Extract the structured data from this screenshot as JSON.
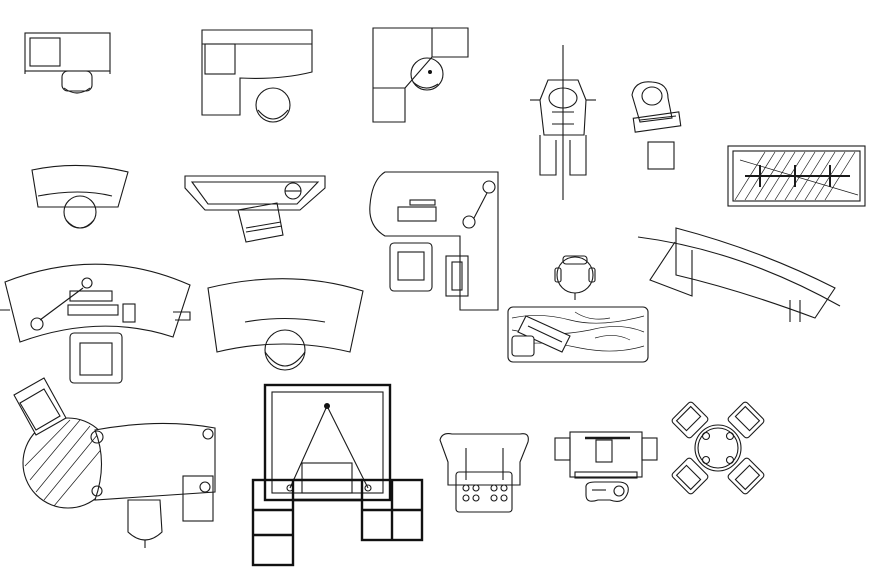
{
  "sheet": {
    "background": "#ffffff",
    "line_color": "#1a1a1a"
  },
  "symbols": [
    {
      "id": "small-desk-with-chair"
    },
    {
      "id": "l-desk-with-round-chair"
    },
    {
      "id": "corner-desk"
    },
    {
      "id": "reclining-chair-top-view"
    },
    {
      "id": "armchair-with-tray"
    },
    {
      "id": "hatched-table"
    },
    {
      "id": "curved-reception-desk"
    },
    {
      "id": "angled-desk-with-chair"
    },
    {
      "id": "l-shaped-workstation"
    },
    {
      "id": "arc-desk-with-armchair"
    },
    {
      "id": "fan-shaped-desk"
    },
    {
      "id": "swivel-chair"
    },
    {
      "id": "wood-grain-table"
    },
    {
      "id": "curved-long-counter"
    },
    {
      "id": "round-table-with-counter"
    },
    {
      "id": "u-shaped-bench-frame"
    },
    {
      "id": "cabinet-with-controls"
    },
    {
      "id": "console-desk"
    },
    {
      "id": "round-table-four-chairs"
    }
  ]
}
